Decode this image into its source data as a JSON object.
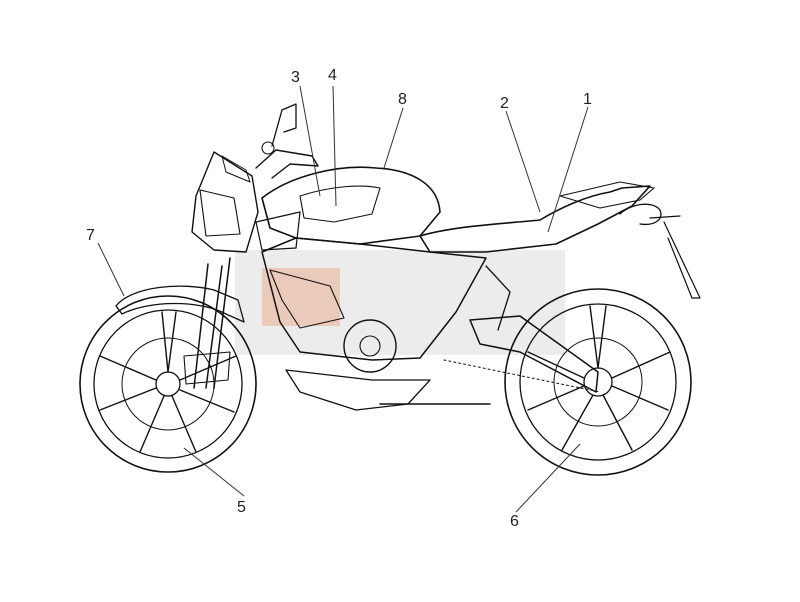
{
  "callouts": [
    {
      "id": "1",
      "label": "1"
    },
    {
      "id": "2",
      "label": "2"
    },
    {
      "id": "3",
      "label": "3"
    },
    {
      "id": "4",
      "label": "4"
    },
    {
      "id": "5",
      "label": "5"
    },
    {
      "id": "6",
      "label": "6"
    },
    {
      "id": "7",
      "label": "7"
    },
    {
      "id": "8",
      "label": "8"
    }
  ],
  "colors": {
    "line": "#111111",
    "watermark": "#d9d9d9",
    "watermark_accent": "#e8a27a",
    "background": "#ffffff"
  }
}
